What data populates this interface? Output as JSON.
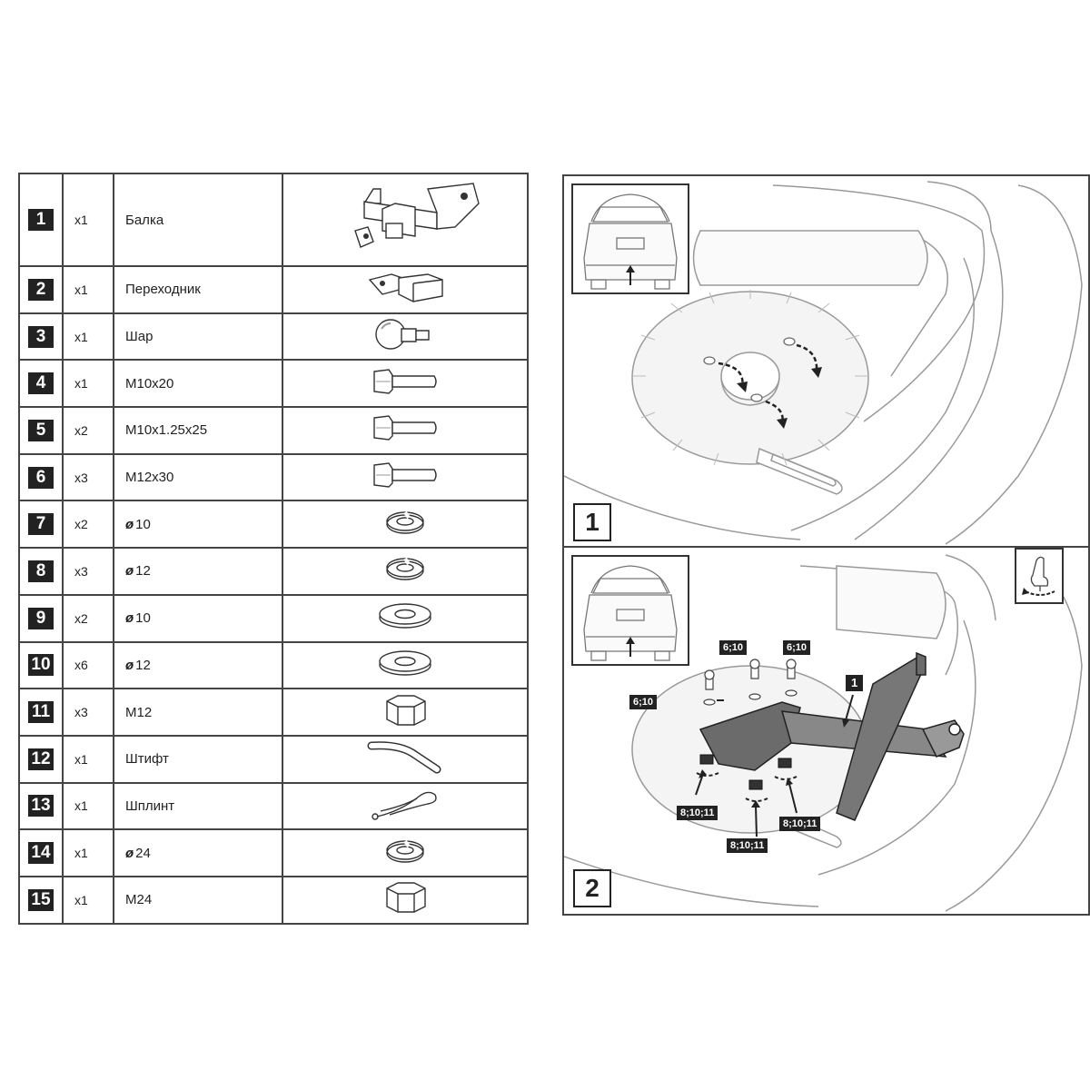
{
  "parts": [
    {
      "num": "1",
      "qty": "x1",
      "name": "Балка",
      "dia": false,
      "icon": "tow-bar-beam-icon"
    },
    {
      "num": "2",
      "qty": "x1",
      "name": "Переходник",
      "dia": false,
      "icon": "adapter-icon"
    },
    {
      "num": "3",
      "qty": "x1",
      "name": "Шар",
      "dia": false,
      "icon": "tow-ball-icon"
    },
    {
      "num": "4",
      "qty": "x1",
      "name": "M10x20",
      "dia": false,
      "icon": "bolt-icon"
    },
    {
      "num": "5",
      "qty": "x2",
      "name": "M10x1.25x25",
      "dia": false,
      "icon": "bolt-icon"
    },
    {
      "num": "6",
      "qty": "x3",
      "name": "M12x30",
      "dia": false,
      "icon": "bolt-icon"
    },
    {
      "num": "7",
      "qty": "x2",
      "name": "10",
      "dia": true,
      "icon": "spring-washer-icon"
    },
    {
      "num": "8",
      "qty": "x3",
      "name": "12",
      "dia": true,
      "icon": "spring-washer-icon"
    },
    {
      "num": "9",
      "qty": "x2",
      "name": "10",
      "dia": true,
      "icon": "flat-washer-icon"
    },
    {
      "num": "10",
      "qty": "x6",
      "name": "12",
      "dia": true,
      "icon": "flat-washer-icon"
    },
    {
      "num": "11",
      "qty": "x3",
      "name": "M12",
      "dia": false,
      "icon": "hex-nut-icon"
    },
    {
      "num": "12",
      "qty": "x1",
      "name": "Штифт",
      "dia": false,
      "icon": "pin-icon"
    },
    {
      "num": "13",
      "qty": "x1",
      "name": "Шплинт",
      "dia": false,
      "icon": "cotter-pin-icon"
    },
    {
      "num": "14",
      "qty": "x1",
      "name": "24",
      "dia": true,
      "icon": "spring-washer-icon"
    },
    {
      "num": "15",
      "qty": "x1",
      "name": "M24",
      "dia": false,
      "icon": "hex-nut-icon"
    }
  ],
  "diameter_symbol": "ø",
  "steps": [
    {
      "number": "1"
    },
    {
      "number": "2",
      "callouts": {
        "part_ref": "1",
        "bolt_a": "6;10",
        "bolt_b": "6;10",
        "bolt_c": "6;10",
        "nut_a": "8;10;11",
        "nut_b": "8;10;11",
        "nut_c": "8;10;11"
      }
    }
  ]
}
